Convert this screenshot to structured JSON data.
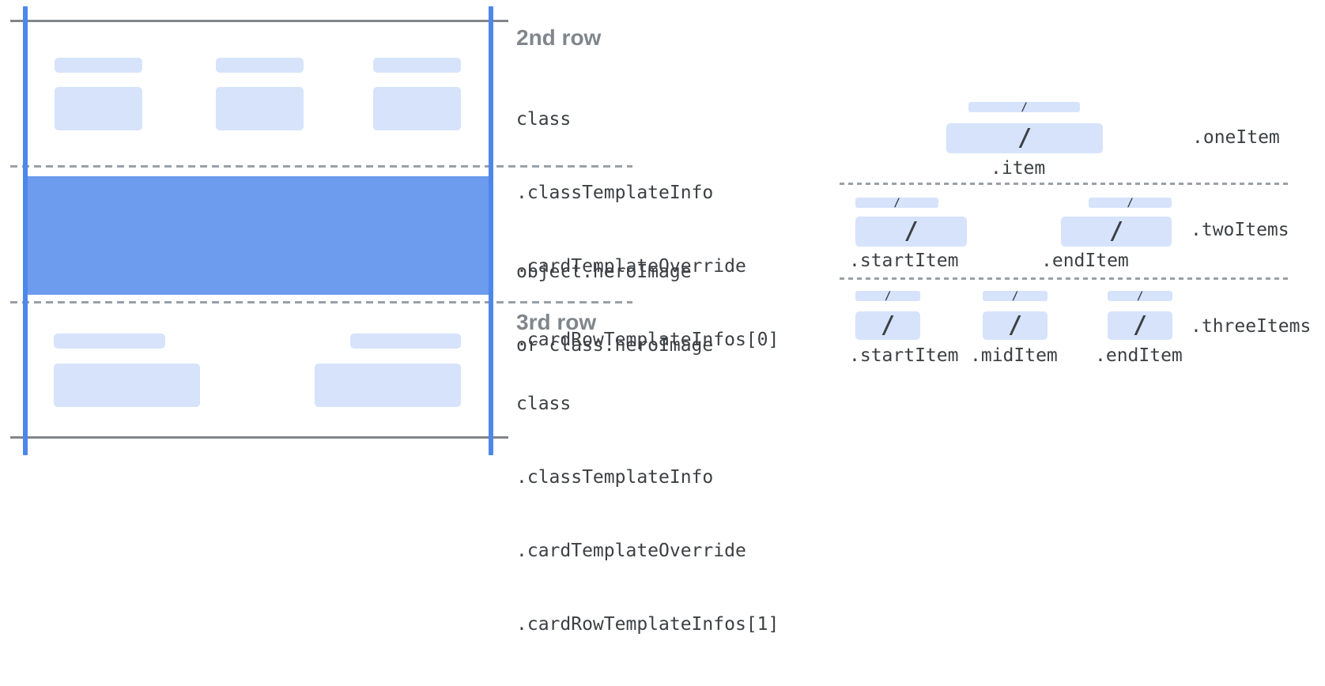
{
  "colors": {
    "placeholder_blue": "#d6e3fb",
    "hero_blue": "#6d9bee",
    "guide_blue": "#4d87ec",
    "line_gray": "#80868b",
    "dash_gray": "#9aa0a6",
    "heading_gray": "#80868b",
    "code_dark": "#3c4043"
  },
  "left_panel": {
    "row2": {
      "heading": "2nd row",
      "code": [
        "class",
        ".classTemplateInfo",
        ".cardTemplateOverride",
        ".cardRowTemplateInfos[0]"
      ]
    },
    "hero": {
      "code": [
        "object.heroImage",
        "or class.heroImage"
      ]
    },
    "row3": {
      "heading": "3rd row",
      "code": [
        "class",
        ".classTemplateInfo",
        ".cardTemplateOverride",
        ".cardRowTemplateInfos[1]"
      ]
    }
  },
  "right_panel": {
    "slash": "/",
    "one": {
      "name": ".oneItem",
      "item_label": ".item"
    },
    "two": {
      "name": ".twoItems",
      "start_label": ".startItem",
      "end_label": ".endItem"
    },
    "three": {
      "name": ".threeItems",
      "start_label": ".startItem",
      "mid_label": ".midItem",
      "end_label": ".endItem"
    }
  }
}
